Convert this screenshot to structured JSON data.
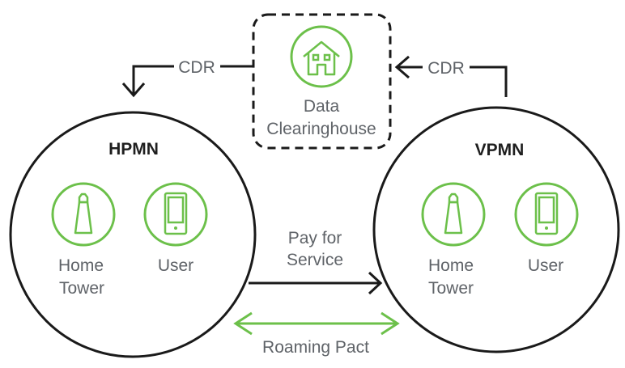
{
  "colors": {
    "accent_green": "#6cc04a",
    "line_black": "#1a1a1a",
    "text_gray": "#5f6368"
  },
  "clearinghouse": {
    "icon": "house-icon",
    "label_line1": "Data",
    "label_line2": "Clearinghouse"
  },
  "flows": {
    "cdr_left": "CDR",
    "cdr_right": "CDR",
    "pay_line1": "Pay for",
    "pay_line2": "Service",
    "roaming": "Roaming Pact"
  },
  "hpmn": {
    "title": "HPMN",
    "tower": {
      "icon": "tower-icon",
      "label_line1": "Home",
      "label_line2": "Tower"
    },
    "user": {
      "icon": "phone-icon",
      "label": "User"
    }
  },
  "vpmn": {
    "title": "VPMN",
    "tower": {
      "icon": "tower-icon",
      "label_line1": "Home",
      "label_line2": "Tower"
    },
    "user": {
      "icon": "phone-icon",
      "label": "User"
    }
  }
}
